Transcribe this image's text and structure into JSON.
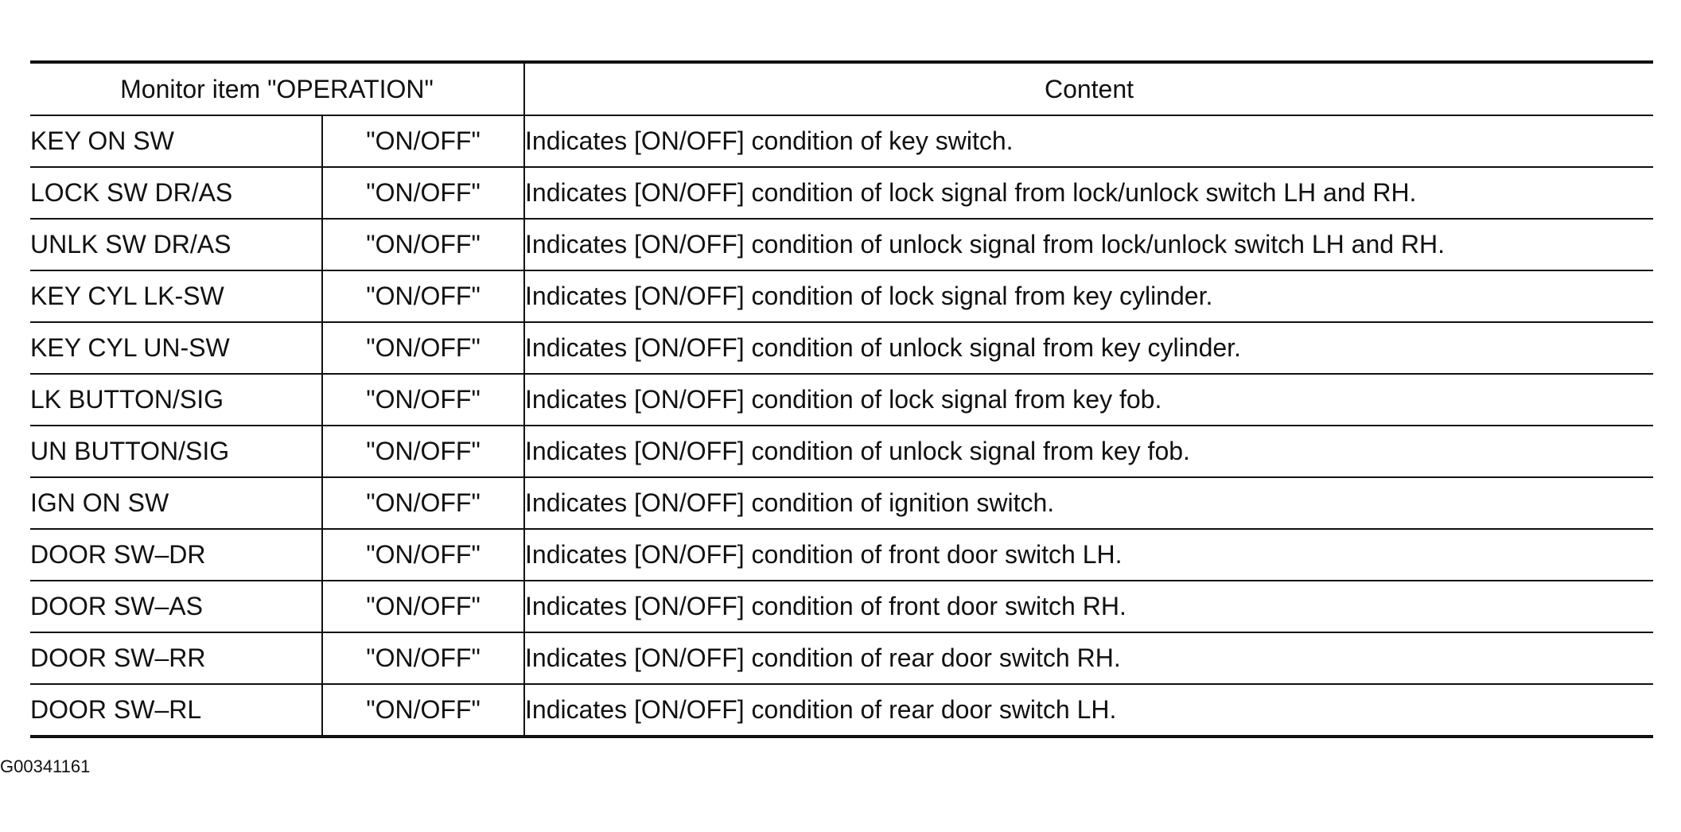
{
  "table": {
    "headers": {
      "item": "Monitor item \"OPERATION\"",
      "content": "Content"
    },
    "rows": [
      {
        "item": "KEY ON SW",
        "value": "\"ON/OFF\"",
        "content": "Indicates [ON/OFF] condition of key switch."
      },
      {
        "item": "LOCK SW DR/AS",
        "value": "\"ON/OFF\"",
        "content": "Indicates [ON/OFF] condition of lock signal from lock/unlock switch LH and RH."
      },
      {
        "item": "UNLK SW DR/AS",
        "value": "\"ON/OFF\"",
        "content": "Indicates [ON/OFF] condition of unlock signal from lock/unlock switch LH and RH."
      },
      {
        "item": "KEY CYL LK-SW",
        "value": "\"ON/OFF\"",
        "content": "Indicates [ON/OFF] condition of lock signal from key cylinder."
      },
      {
        "item": "KEY CYL UN-SW",
        "value": "\"ON/OFF\"",
        "content": "Indicates [ON/OFF] condition of unlock signal from key cylinder."
      },
      {
        "item": "LK BUTTON/SIG",
        "value": "\"ON/OFF\"",
        "content": "Indicates [ON/OFF] condition of lock signal from key fob."
      },
      {
        "item": "UN BUTTON/SIG",
        "value": "\"ON/OFF\"",
        "content": "Indicates [ON/OFF] condition of unlock signal from key fob."
      },
      {
        "item": "IGN ON SW",
        "value": "\"ON/OFF\"",
        "content": "Indicates [ON/OFF] condition of ignition switch."
      },
      {
        "item": "DOOR SW–DR",
        "value": "\"ON/OFF\"",
        "content": "Indicates [ON/OFF] condition of front door switch LH."
      },
      {
        "item": "DOOR SW–AS",
        "value": "\"ON/OFF\"",
        "content": "Indicates [ON/OFF] condition of front door switch RH."
      },
      {
        "item": "DOOR SW–RR",
        "value": "\"ON/OFF\"",
        "content": "Indicates [ON/OFF] condition of rear door switch RH."
      },
      {
        "item": "DOOR SW–RL",
        "value": "\"ON/OFF\"",
        "content": "Indicates [ON/OFF] condition of rear door switch LH."
      }
    ]
  },
  "figure_code": "G00341161"
}
